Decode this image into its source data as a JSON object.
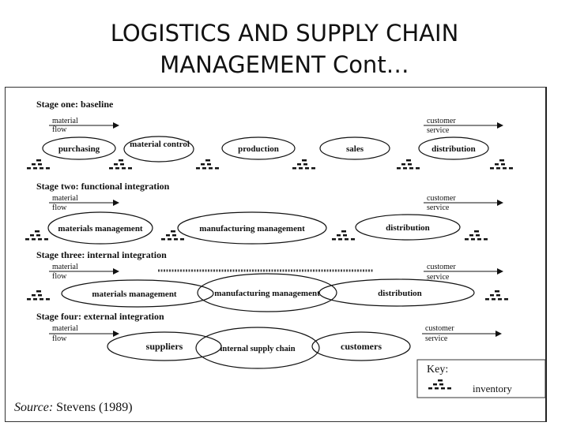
{
  "title": {
    "line1": "LOGISTICS AND SUPPLY CHAIN",
    "line2": "MANAGEMENT Cont…"
  },
  "flow_labels": {
    "left_line1": "material",
    "left_line2": "flow",
    "right_line1": "customer",
    "right_line2": "service"
  },
  "stages": [
    {
      "heading": "Stage one: baseline",
      "nodes": [
        "purchasing",
        "material control",
        "production",
        "sales",
        "distribution"
      ]
    },
    {
      "heading": "Stage two: functional integration",
      "nodes": [
        "materials management",
        "manufacturing management",
        "distribution"
      ]
    },
    {
      "heading": "Stage three: internal integration",
      "nodes": [
        "materials management",
        "manufacturing management",
        "distribution"
      ]
    },
    {
      "heading": "Stage four: external integration",
      "nodes": [
        "suppliers",
        "internal supply chain",
        "customers"
      ]
    }
  ],
  "key": {
    "title": "Key:",
    "label": "inventory"
  },
  "source": {
    "prefix": "Source:",
    "text": "Stevens (1989)"
  }
}
